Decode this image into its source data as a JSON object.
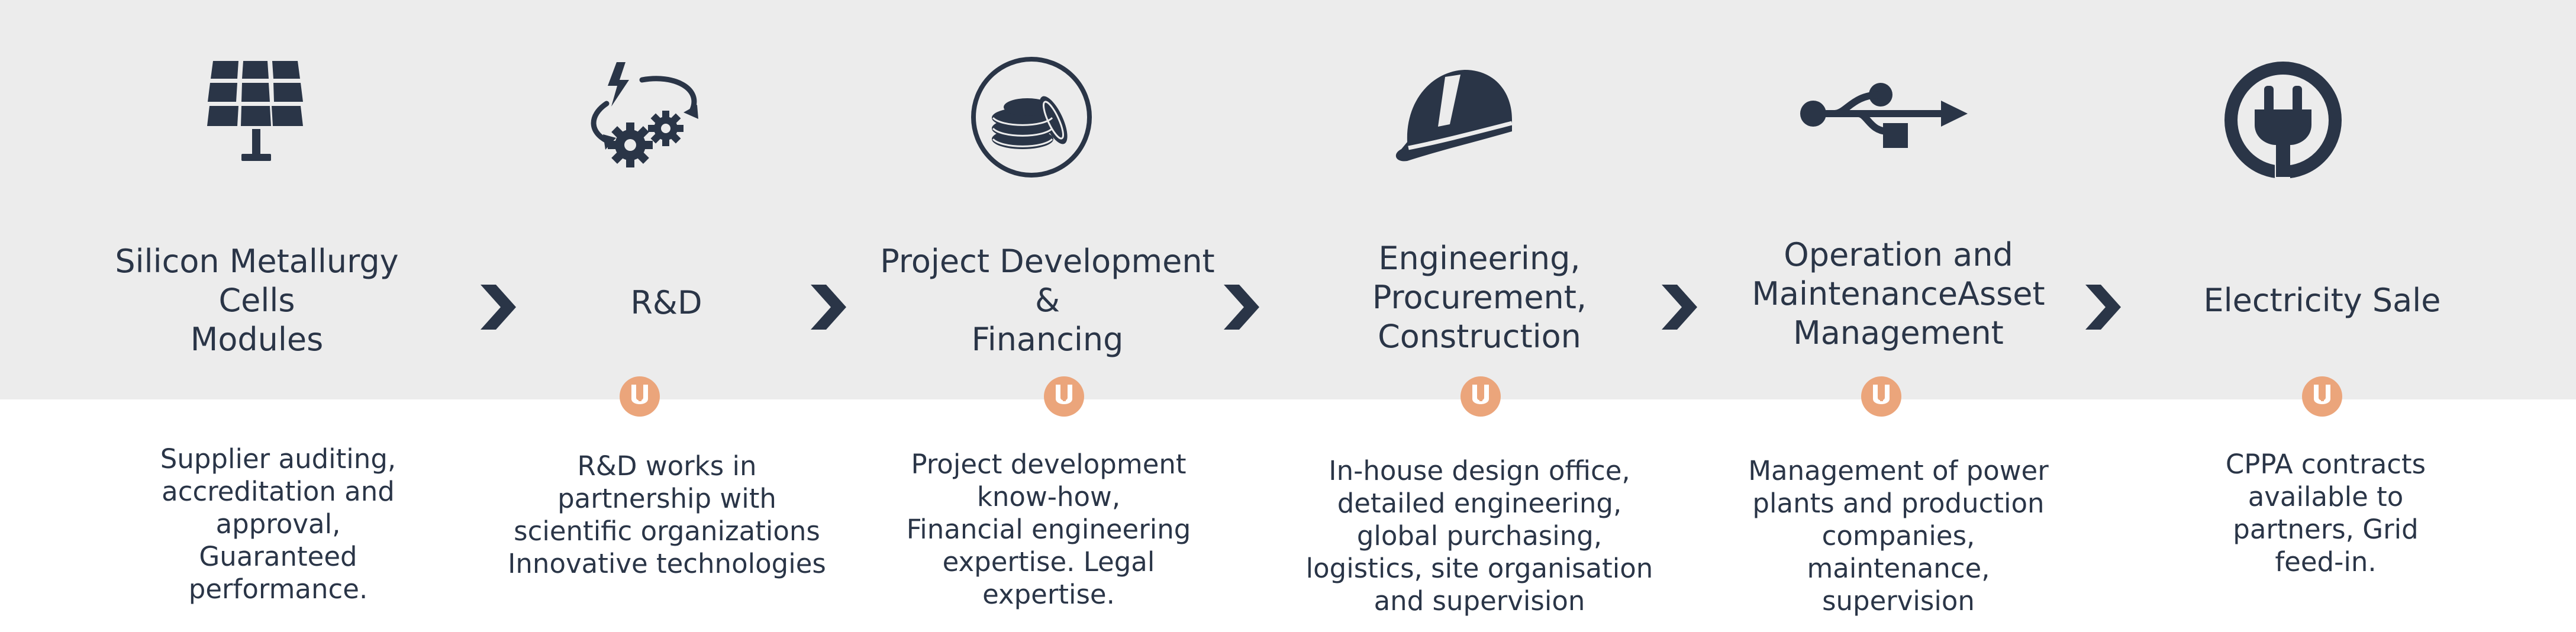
{
  "steps": [
    {
      "icon": "solar-panel-icon",
      "title_lines": [
        "Silicon Metallurgy",
        "Cells",
        "Modules"
      ],
      "desc_lines": [
        "Supplier auditing,",
        "accreditation and",
        "approval,",
        "Guaranteed",
        "performance."
      ]
    },
    {
      "icon": "research-gears-icon",
      "title_lines": [
        "R&D"
      ],
      "desc_lines": [
        "R&D works in",
        "partnership with",
        "scientific organizations",
        "Innovative technologies"
      ]
    },
    {
      "icon": "coins-icon",
      "title_lines": [
        "Project Development",
        "&",
        "Financing"
      ],
      "desc_lines": [
        "Project development",
        "know-how,",
        "Financial engineering",
        "expertise. Legal",
        "expertise."
      ]
    },
    {
      "icon": "hard-hat-icon",
      "title_lines": [
        "Engineering,",
        "Procurement,",
        "Construction"
      ],
      "desc_lines": [
        "In-house design office,",
        "detailed engineering,",
        "global purchasing,",
        "logistics, site organisation",
        "and supervision"
      ]
    },
    {
      "icon": "usb-icon",
      "title_lines": [
        "Operation and",
        "MaintenanceAsset",
        "Management"
      ],
      "desc_lines": [
        "Management of power",
        "plants and production",
        "companies,",
        "maintenance,",
        "supervision"
      ]
    },
    {
      "icon": "power-plug-icon",
      "title_lines": [
        "Electricity Sale"
      ],
      "desc_lines": [
        "CPPA contracts",
        "available to",
        "partners, Grid",
        "feed-in."
      ]
    }
  ],
  "colors": {
    "band": "#ececec",
    "icon": "#2a3547",
    "badge": "#eba57b",
    "text": "#2a3547"
  }
}
